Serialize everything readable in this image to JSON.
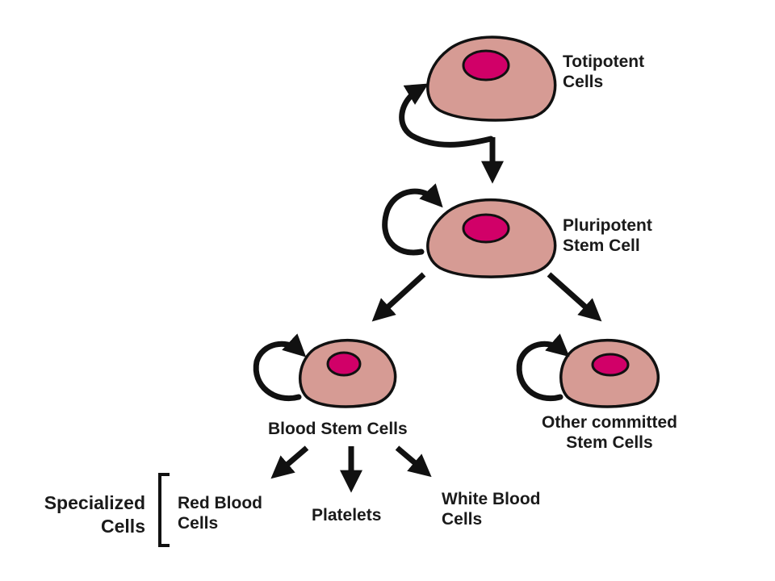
{
  "colors": {
    "cell_body": "#d69b94",
    "nucleus": "#d10068",
    "outline": "#111111",
    "text": "#1a1a1a",
    "background": "#ffffff"
  },
  "nodes": {
    "totipotent": {
      "line1": "Totipotent",
      "line2": "Cells"
    },
    "pluripotent": {
      "line1": "Pluripotent",
      "line2": "Stem Cell"
    },
    "blood_stem": {
      "label": "Blood Stem Cells"
    },
    "other_committed": {
      "line1": "Other committed",
      "line2": "Stem Cells"
    }
  },
  "specialized": {
    "group_line1": "Specialized",
    "group_line2": "Cells",
    "rbc_line1": "Red Blood",
    "rbc_line2": "Cells",
    "platelets": "Platelets",
    "wbc_line1": "White Blood",
    "wbc_line2": "Cells"
  }
}
